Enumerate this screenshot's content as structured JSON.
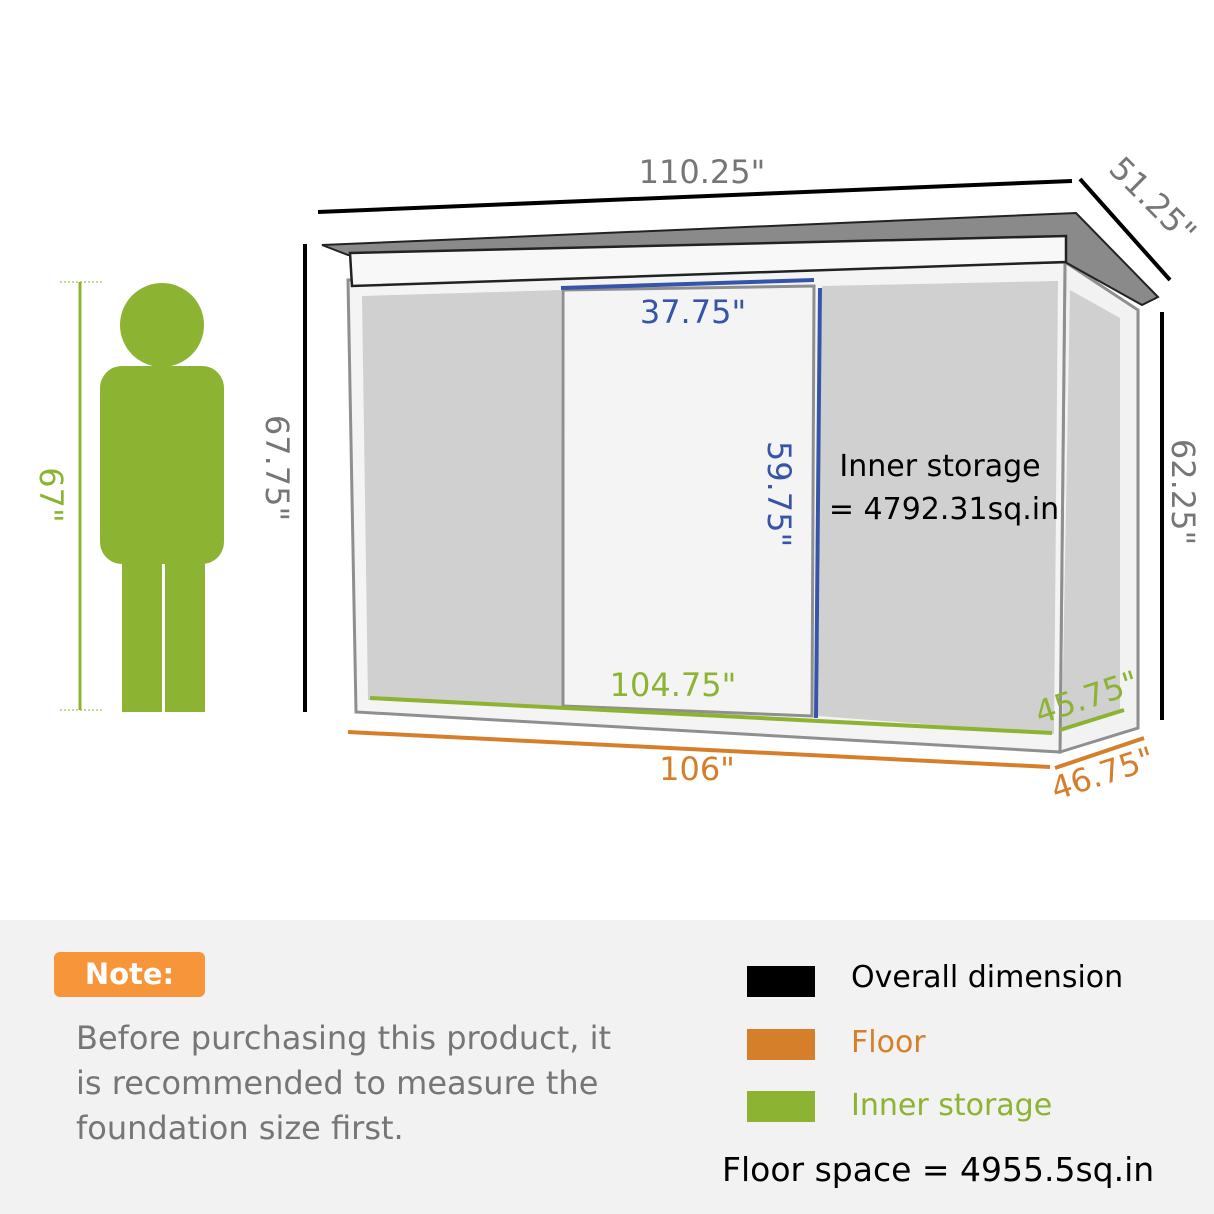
{
  "dimensions": {
    "overall_length": "110.25\"",
    "overall_depth": "51.25\"",
    "front_height": "67.75\"",
    "back_height": "62.25\"",
    "door_width": "37.75\"",
    "door_height": "59.75\"",
    "inner_length": "104.75\"",
    "inner_depth": "45.75\"",
    "floor_length": "106\"",
    "floor_depth": "46.75\"",
    "person_height": "67\""
  },
  "inner_storage_text": [
    "Inner storage",
    "= 4792.31sq.in"
  ],
  "note": {
    "badge": "Note:",
    "lines": [
      "Before purchasing this product, it",
      "is recommended to measure the",
      "foundation size first."
    ]
  },
  "legend": [
    {
      "label": "Overall dimension",
      "color": "#000000",
      "label_color": "#000000"
    },
    {
      "label": "Floor",
      "color": "#d67f2b",
      "label_color": "#d67f2b"
    },
    {
      "label": "Inner storage",
      "color": "#8db332",
      "label_color": "#8db332"
    }
  ],
  "floor_space": "Floor space = 4955.5sq.in",
  "colors": {
    "overall": "#000000",
    "floor": "#d67f2b",
    "inner": "#8db332",
    "door": "#3655a8",
    "person": "#8db332",
    "shed_fill": "#d0d0d0",
    "dim_text": "#767676"
  }
}
